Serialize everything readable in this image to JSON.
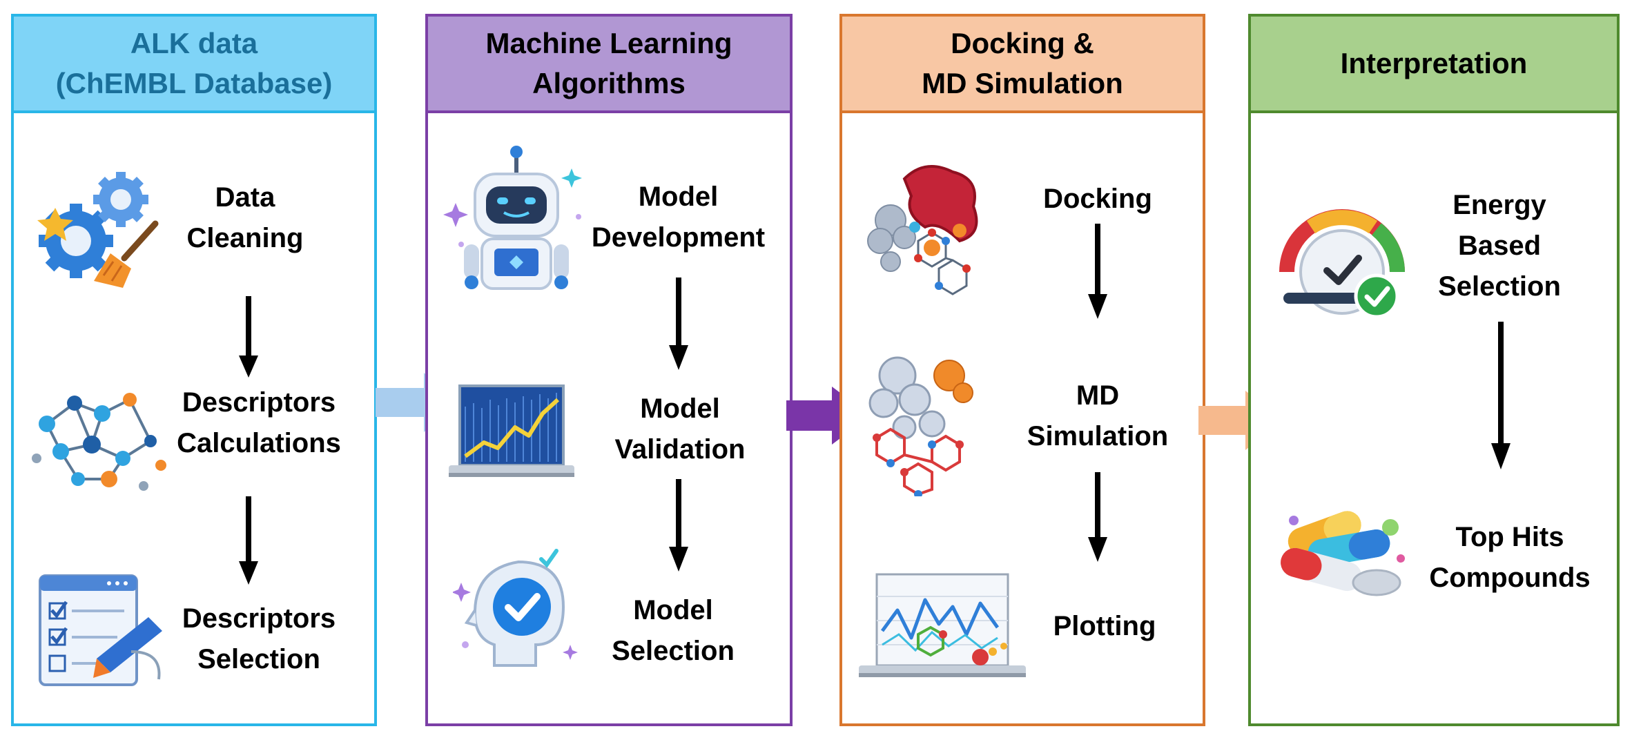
{
  "columns": [
    {
      "title_lines": [
        "ALK data",
        "(ChEMBL Database)"
      ],
      "border": "#29b6e8",
      "header_bg": "#7fd4f7",
      "header_text": "#1a6f9a",
      "steps": [
        {
          "lines": [
            "Data",
            "Cleaning"
          ],
          "icon": "gears-broom-icon"
        },
        {
          "lines": [
            "Descriptors",
            "Calculations"
          ],
          "icon": "molecule-network-icon"
        },
        {
          "lines": [
            "Descriptors",
            "Selection"
          ],
          "icon": "checklist-pen-icon"
        }
      ]
    },
    {
      "title_lines": [
        "Machine Learning",
        "Algorithms"
      ],
      "border": "#7b3fa6",
      "header_bg": "#b197d3",
      "header_text": "#000000",
      "steps": [
        {
          "lines": [
            "Model",
            "Development"
          ],
          "icon": "robot-icon"
        },
        {
          "lines": [
            "Model",
            "Validation"
          ],
          "icon": "laptop-chart-icon"
        },
        {
          "lines": [
            "Model",
            "Selection"
          ],
          "icon": "head-check-icon"
        }
      ]
    },
    {
      "title_lines": [
        "Docking &",
        "MD Simulation"
      ],
      "border": "#d9772e",
      "header_bg": "#f8c7a4",
      "header_text": "#000000",
      "steps": [
        {
          "lines": [
            "Docking"
          ],
          "icon": "protein-ligand-icon"
        },
        {
          "lines": [
            "MD",
            "Simulation"
          ],
          "icon": "md-molecule-icon"
        },
        {
          "lines": [
            "Plotting"
          ],
          "icon": "plot-laptop-icon"
        }
      ]
    },
    {
      "title_lines": [
        "Interpretation"
      ],
      "border": "#4f8a2e",
      "header_bg": "#a8d08d",
      "header_text": "#000000",
      "steps": [
        {
          "lines": [
            "Energy",
            "Based",
            "Selection"
          ],
          "icon": "gauge-check-icon"
        },
        {
          "lines": [
            "Top Hits",
            "Compounds"
          ],
          "icon": "pills-icon"
        }
      ]
    }
  ],
  "colors": {
    "arrow1": "#a9cdee",
    "arrow2": "#7a35a8",
    "arrow3": "#f6b98d",
    "down_arrow": "#000000"
  }
}
